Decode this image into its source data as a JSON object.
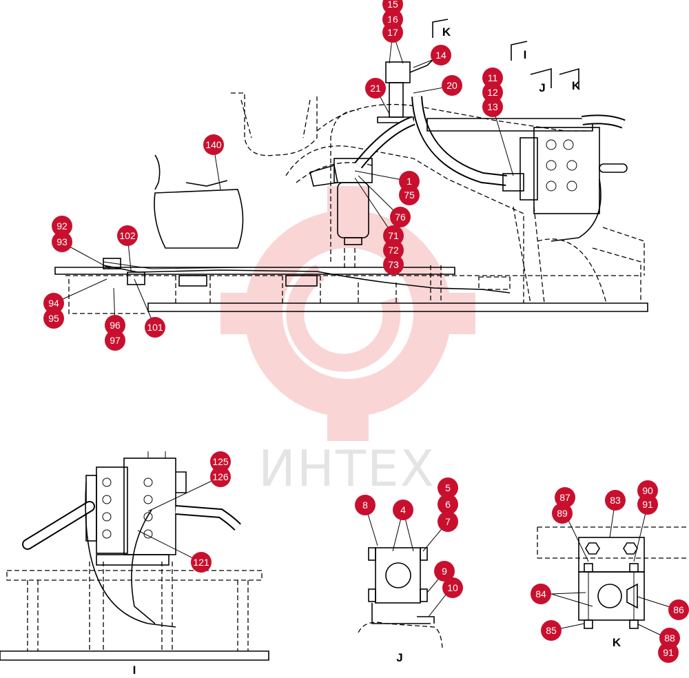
{
  "watermark": {
    "text": "ИНТЕХ",
    "color": "#f2a0a0"
  },
  "colors": {
    "callout": "#c8102e",
    "callout_text": "#ffffff",
    "line": "#000000"
  },
  "view_labels": {
    "i": "I",
    "j": "J",
    "k": "K"
  },
  "section_flags": [
    "K",
    "I",
    "J",
    "K"
  ],
  "callouts": {
    "top": [
      "15",
      "16",
      "17",
      "14",
      "21",
      "20",
      "11",
      "12",
      "13",
      "140",
      "1",
      "75",
      "76",
      "71",
      "72",
      "73",
      "92",
      "93",
      "102",
      "94",
      "95",
      "96",
      "97",
      "101"
    ],
    "view_i": [
      "125",
      "126",
      "121"
    ],
    "view_j": [
      "8",
      "4",
      "5",
      "6",
      "7",
      "9",
      "10"
    ],
    "view_k": [
      "87",
      "89",
      "83",
      "90",
      "91",
      "84",
      "86",
      "85",
      "88",
      "91"
    ]
  }
}
